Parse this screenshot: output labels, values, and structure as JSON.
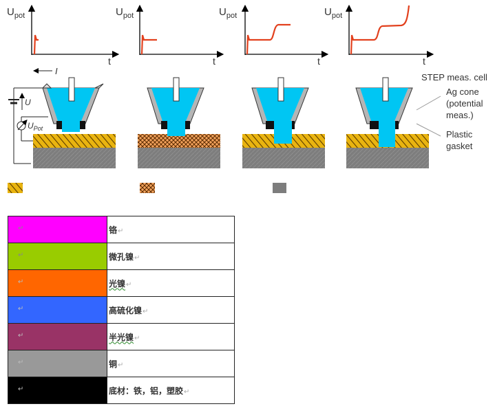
{
  "graphs": {
    "y_label_main": "U",
    "y_label_sub": "pot",
    "x_label": "t",
    "line_color": "#e2401d"
  },
  "cell": {
    "current_label": "I",
    "voltage_label": "U",
    "pot_label_main": "U",
    "pot_label_sub": "Pot",
    "step_cell": "STEP meas. cell",
    "ag_cone": [
      "Ag cone",
      "(potential",
      "meas.)"
    ],
    "gasket": [
      "Plastic",
      "gasket"
    ],
    "colors": {
      "liquid": "#00c6f3",
      "layer": "#e9b410",
      "substrate": "#7d7d7d",
      "hatch": "#f2a25c"
    }
  },
  "legend": {
    "return_mark": "↵",
    "items": [
      {
        "name": "铬",
        "color": "#ff00ff",
        "spell": false
      },
      {
        "name": "微孔镍",
        "color": "#99cc00",
        "spell": false
      },
      {
        "name": "光镍",
        "color": "#ff6600",
        "spell": true
      },
      {
        "name": "高硫化镍",
        "color": "#3366ff",
        "spell": false
      },
      {
        "name": "半光镍",
        "color": "#993366",
        "spell": true
      },
      {
        "name": "铜",
        "color": "#999999",
        "spell": false
      },
      {
        "name": "底材：铁，铝，塑胶",
        "color": "#000000",
        "spell": false
      }
    ]
  }
}
